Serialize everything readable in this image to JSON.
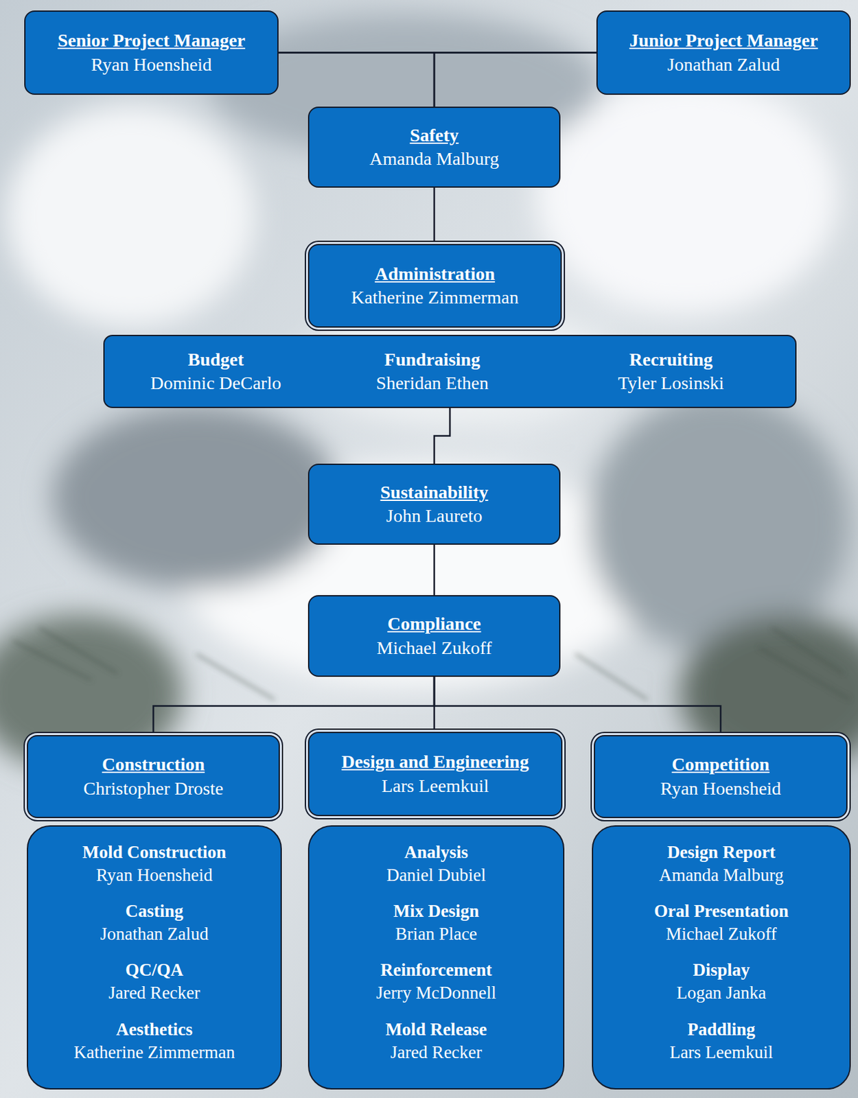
{
  "diagram": {
    "nodes": [
      {
        "text": [
          "Senior Project Manager",
          "Ryan Hoensheid"
        ]
      },
      {
        "text": [
          "Junior Project Manager",
          "Jonathan Zalud"
        ]
      },
      {
        "text": [
          "Safety",
          "Amanda Malburg"
        ]
      },
      {
        "text": [
          "Administration",
          "Katherine Zimmerman"
        ]
      },
      {
        "text": [
          "Budget",
          "Dominic DeCarlo",
          "Fundraising",
          "Sheridan Ethen",
          "Recruiting",
          "Tyler Losinski"
        ]
      },
      {
        "text": [
          "Sustainability",
          "John Laureto"
        ]
      },
      {
        "text": [
          "Compliance",
          "Michael Zukoff"
        ]
      },
      {
        "text": [
          "Construction",
          "Christopher Droste"
        ]
      },
      {
        "text": [
          "Design and Engineering",
          "Lars Leemkuil"
        ]
      },
      {
        "text": [
          "Competition",
          "Ryan Hoensheid"
        ]
      },
      {
        "text": [
          "Mold Construction",
          "Ryan Hoensheid",
          "Casting",
          "Jonathan Zalud",
          "QC/QA",
          "Jared Recker",
          "Aesthetics",
          "Katherine Zimmerman"
        ]
      },
      {
        "text": [
          "Analysis",
          "Daniel Dubiel",
          "Mix Design",
          "Brian Place",
          "Reinforcement",
          "Jerry McDonnell",
          "Mold Release",
          "Jared Recker"
        ]
      },
      {
        "text": [
          "Design Report",
          "Amanda Malburg",
          "Oral Presentation",
          "Michael Zukoff",
          "Display",
          "Logan Janka",
          "Paddling",
          "Lars Leemkuil"
        ]
      }
    ],
    "edges": [
      {
        "from": 0,
        "to": 1,
        "arrow": "none"
      },
      {
        "from": 0,
        "to": 2,
        "arrow": "none"
      },
      {
        "from": 1,
        "to": 2,
        "arrow": "none"
      },
      {
        "from": 2,
        "to": 3,
        "arrow": "none"
      },
      {
        "from": 4,
        "to": 5,
        "arrow": "none"
      },
      {
        "from": 5,
        "to": 6,
        "arrow": "none"
      },
      {
        "from": 6,
        "to": 7,
        "arrow": "none"
      },
      {
        "from": 6,
        "to": 8,
        "arrow": "none"
      },
      {
        "from": 6,
        "to": 9,
        "arrow": "none"
      }
    ]
  }
}
